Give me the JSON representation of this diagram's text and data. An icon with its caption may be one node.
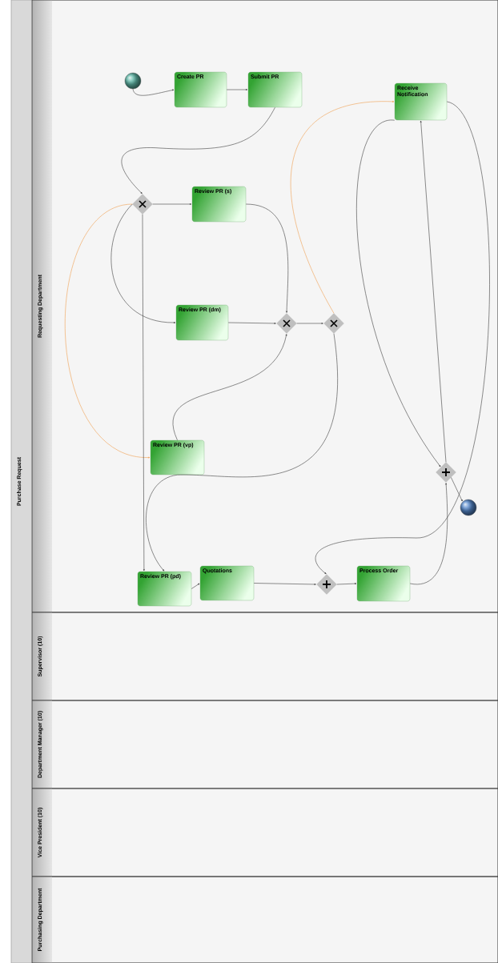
{
  "diagram": {
    "nodes": [
      {
        "text": [
          "Purchase Request"
        ]
      },
      {
        "text": [
          "Requesting Department"
        ],
        "in": 0
      },
      {
        "text": [
          "Supervisor (10)"
        ],
        "in": 0
      },
      {
        "text": [
          "Department Manager (10)"
        ],
        "in": 0
      },
      {
        "text": [
          "Vice President (10)"
        ],
        "in": 0
      },
      {
        "text": [
          "Purchasing Department"
        ],
        "in": 0
      },
      {
        "text": [],
        "shape": "circle",
        "in": 1
      },
      {
        "text": [
          "Create PR"
        ],
        "in": 1
      },
      {
        "text": [
          "Submit PR"
        ],
        "in": 1
      },
      {
        "text": [
          "Receive Notification"
        ],
        "in": 1
      },
      {
        "text": [],
        "shape": "diamond",
        "in": 1
      },
      {
        "text": [
          "Review PR (s)"
        ],
        "in": 1
      },
      {
        "text": [
          "Review PR (dm)"
        ],
        "in": 1
      },
      {
        "text": [],
        "shape": "diamond",
        "in": 1
      },
      {
        "text": [],
        "shape": "diamond",
        "in": 1
      },
      {
        "text": [
          "Review PR (vp)"
        ],
        "in": 1
      },
      {
        "text": [],
        "shape": "diamond",
        "in": 1
      },
      {
        "text": [],
        "shape": "circle",
        "in": 1
      },
      {
        "text": [
          "Review PR (pd)"
        ],
        "in": 1
      },
      {
        "text": [
          "Quotations"
        ],
        "in": 1
      },
      {
        "text": [],
        "shape": "diamond",
        "in": 1
      },
      {
        "text": [
          "Process Order"
        ],
        "in": 1
      }
    ],
    "edges": [
      {
        "from": 6,
        "to": 7,
        "arrow": "to"
      },
      {
        "from": 7,
        "to": 8,
        "arrow": "to"
      },
      {
        "from": 8,
        "to": 10,
        "arrow": "to"
      },
      {
        "from": 10,
        "to": 11,
        "arrow": "to"
      },
      {
        "from": 10,
        "to": 12,
        "arrow": "to"
      },
      {
        "from": 10,
        "to": 15,
        "arrow": "to",
        "color": "#f0a050"
      },
      {
        "from": 10,
        "to": 18,
        "arrow": "to"
      },
      {
        "from": 15,
        "to": 18,
        "arrow": "to"
      },
      {
        "from": 11,
        "to": 13,
        "arrow": "to"
      },
      {
        "from": 12,
        "to": 13,
        "arrow": "to"
      },
      {
        "from": 15,
        "to": 13,
        "arrow": "to"
      },
      {
        "from": 13,
        "to": 14,
        "arrow": "to"
      },
      {
        "from": 14,
        "to": 9,
        "arrow": "to",
        "color": "#f0a050"
      },
      {
        "from": 14,
        "to": 15,
        "arrow": "none"
      },
      {
        "from": 18,
        "to": 19,
        "arrow": "to"
      },
      {
        "from": 19,
        "to": 20,
        "arrow": "to"
      },
      {
        "from": 20,
        "to": 21,
        "arrow": "to"
      },
      {
        "from": 21,
        "to": 16,
        "arrow": "to"
      },
      {
        "from": 16,
        "to": 17,
        "arrow": "to"
      },
      {
        "from": 16,
        "to": 9,
        "arrow": "to"
      },
      {
        "from": 9,
        "to": 16,
        "arrow": "to"
      },
      {
        "from": 9,
        "to": 20,
        "arrow": "to"
      }
    ]
  }
}
